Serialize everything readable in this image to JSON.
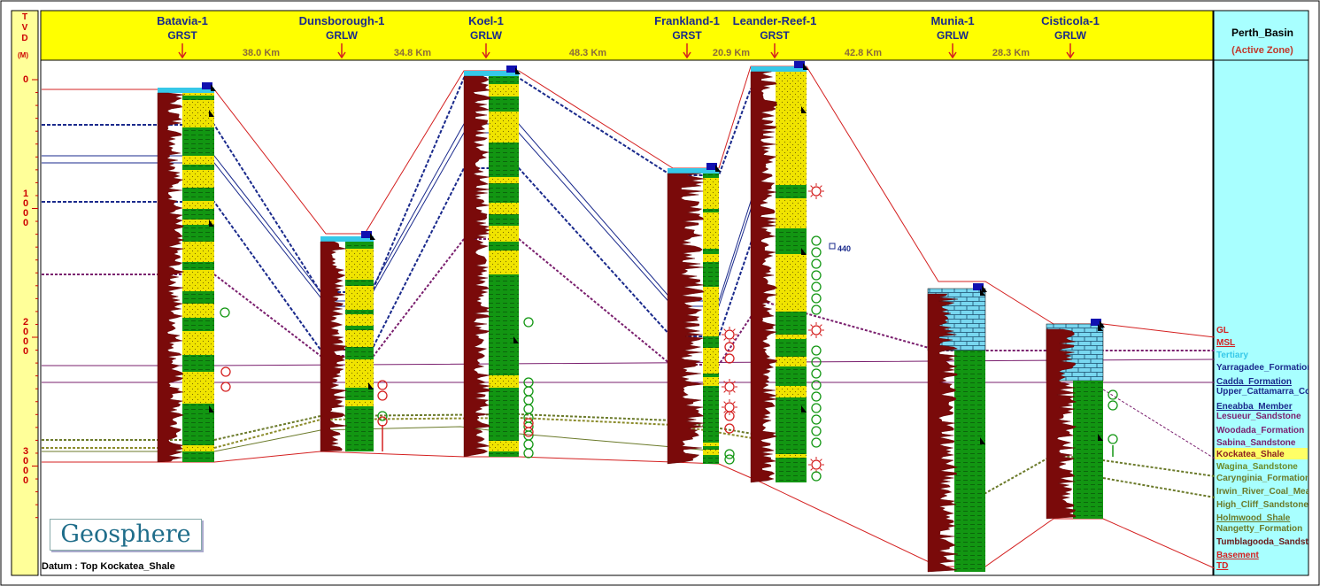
{
  "axis": {
    "title_letters": [
      "T",
      "V",
      "D"
    ],
    "unit": "(M)",
    "ticks": [
      {
        "value": 0,
        "text": "0"
      },
      {
        "value": 1000,
        "text": "1000"
      },
      {
        "value": 2000,
        "text": "2000"
      },
      {
        "value": 3000,
        "text": "3000"
      }
    ]
  },
  "wells": [
    {
      "name": "Batavia-1",
      "code": "GRST"
    },
    {
      "name": "Dunsborough-1",
      "code": "GRLW"
    },
    {
      "name": "Koel-1",
      "code": "GRLW"
    },
    {
      "name": "Frankland-1",
      "code": "GRST"
    },
    {
      "name": "Leander-Reef-1",
      "code": "GRST"
    },
    {
      "name": "Munia-1",
      "code": "GRLW"
    },
    {
      "name": "Cisticola-1",
      "code": "GRLW"
    }
  ],
  "distances": [
    "38.0 Km",
    "34.8 Km",
    "48.3 Km",
    "20.9 Km",
    "42.8 Km",
    "28.3 Km"
  ],
  "basin": {
    "name": "Perth_Basin",
    "subtitle": "(Active Zone)"
  },
  "legend": [
    {
      "text": "GL",
      "color": "#d42020",
      "underline": false
    },
    {
      "text": "MSL",
      "color": "#d42020",
      "underline": true
    },
    {
      "text": "Tertiary",
      "color": "#36c8e8",
      "underline": false
    },
    {
      "text": "Yarragadee_Formation",
      "color": "#1a2a8c",
      "underline": false
    },
    {
      "text": "Cadda_Formation",
      "color": "#1a2a8c",
      "underline": true
    },
    {
      "text": "Upper_Cattamarra_Coal",
      "color": "#1a2a8c",
      "underline": false
    },
    {
      "text": "Eneabba_Member",
      "color": "#1a2a8c",
      "underline": true
    },
    {
      "text": "Lesueur_Sandstone",
      "color": "#7a1f6e",
      "underline": false
    },
    {
      "text": "Woodada_Formation",
      "color": "#7a1f6e",
      "underline": false
    },
    {
      "text": "Sabina_Sandstone",
      "color": "#7a1f6e",
      "underline": false
    },
    {
      "text": "Kockatea_Shale",
      "color": "#8b2020",
      "underline": false
    },
    {
      "text": "Wagina_Sandstone",
      "color": "#6b8b2a",
      "underline": false
    },
    {
      "text": "Carynginia_Formation",
      "color": "#6b7a2a",
      "underline": false
    },
    {
      "text": "Irwin_River_Coal_Measures",
      "color": "#6b7a2a",
      "underline": false
    },
    {
      "text": "High_Cliff_Sandstone",
      "color": "#6b7a2a",
      "underline": false
    },
    {
      "text": "Holmwood_Shale",
      "color": "#6b7a2a",
      "underline": true
    },
    {
      "text": "Nangetty_Formation",
      "color": "#6b7a2a",
      "underline": false
    },
    {
      "text": "Tumblagooda_Sandstone",
      "color": "#6b1a1a",
      "underline": false
    },
    {
      "text": "Basement",
      "color": "#d42020",
      "underline": true
    },
    {
      "text": "TD",
      "color": "#d42020",
      "underline": true
    }
  ],
  "annotation": {
    "value": "440"
  },
  "logo": "Geosphere",
  "datum": "Datum : Top Kockatea_Shale",
  "colors": {
    "header": "#ffff00",
    "legend_panel": "#a8ffff",
    "sand": "#f0e400",
    "shale": "#129612",
    "log": "#7a0a0a",
    "carbonate": "#78d7f0",
    "tertiary": "#36c8e8"
  },
  "icons": [
    "arrow-down-icon",
    "core-circle-icon",
    "gas-show-icon",
    "flag-marker-icon",
    "top-marker-icon"
  ]
}
